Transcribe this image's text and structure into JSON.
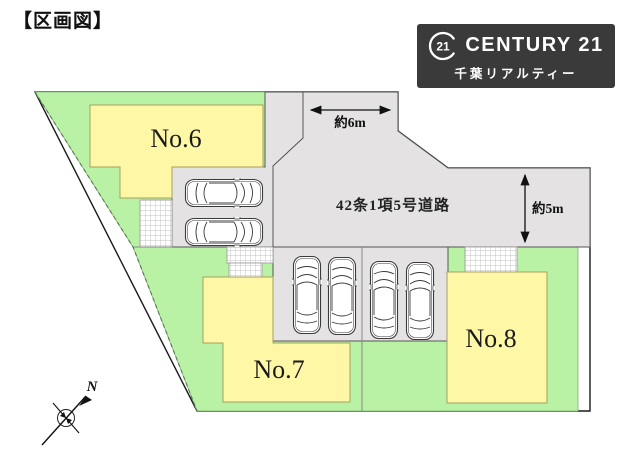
{
  "page": {
    "title": "【区画図】"
  },
  "logo": {
    "seal_number": "21",
    "brand": "CENTURY 21",
    "subtitle": "千葉リアルティー",
    "bg_color": "#3a3a3a"
  },
  "map": {
    "road_label": "42条1項5号道路",
    "dims": {
      "width": "約6m",
      "depth": "約5m"
    },
    "compass": {
      "north": "N"
    },
    "lots": [
      {
        "label": "No.6"
      },
      {
        "label": "No.7"
      },
      {
        "label": "No.8"
      }
    ],
    "colors": {
      "lot_green": "#b9f2a4",
      "lot_green_border": "#7fae74",
      "building_yellow": "#fdf7a6",
      "building_border": "#a8a060",
      "road_gray": "#e4e2e2",
      "road_border": "#555555",
      "boundary_line": "#888888",
      "outline": "#1a1a1a"
    }
  }
}
